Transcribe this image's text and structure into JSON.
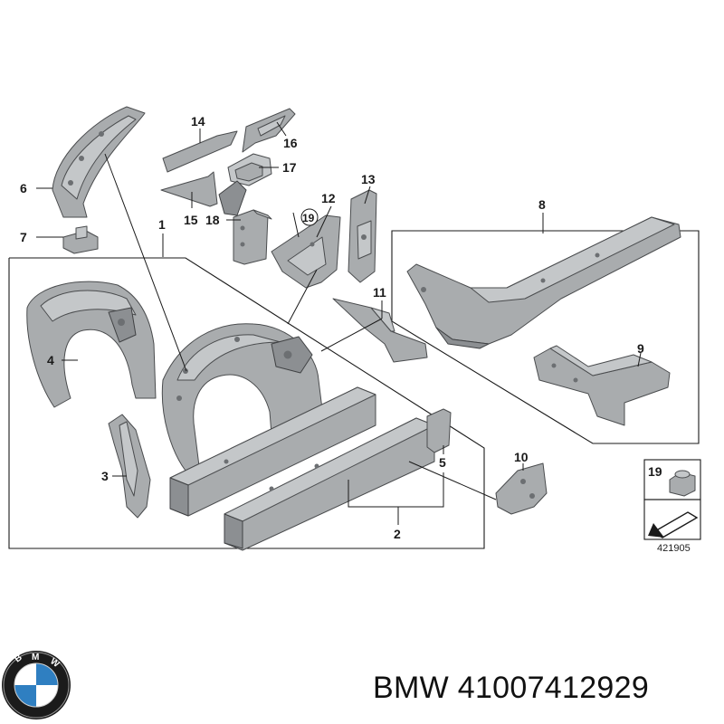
{
  "diagram": {
    "callouts": {
      "c1": "1",
      "c2": "2",
      "c3": "3",
      "c4": "4",
      "c5": "5",
      "c6": "6",
      "c7": "7",
      "c8": "8",
      "c9": "9",
      "c10": "10",
      "c11": "11",
      "c12": "12",
      "c13": "13",
      "c14": "14",
      "c15": "15",
      "c16": "16",
      "c17": "17",
      "c18": "18",
      "c19": "19",
      "c19b": "19"
    },
    "diagram_code": "421905",
    "colors": {
      "metal": "#a9acae",
      "metal_light": "#c4c7c9",
      "metal_dark": "#8c8f92",
      "line": "#1a1a1a"
    }
  },
  "footer": {
    "brand_text": "BMW 41007412929",
    "logo_icon": "bmw-roundel-icon",
    "logo_colors": {
      "blue": "#2f7fc1",
      "white": "#ffffff",
      "ring": "#1b1b1b"
    }
  }
}
